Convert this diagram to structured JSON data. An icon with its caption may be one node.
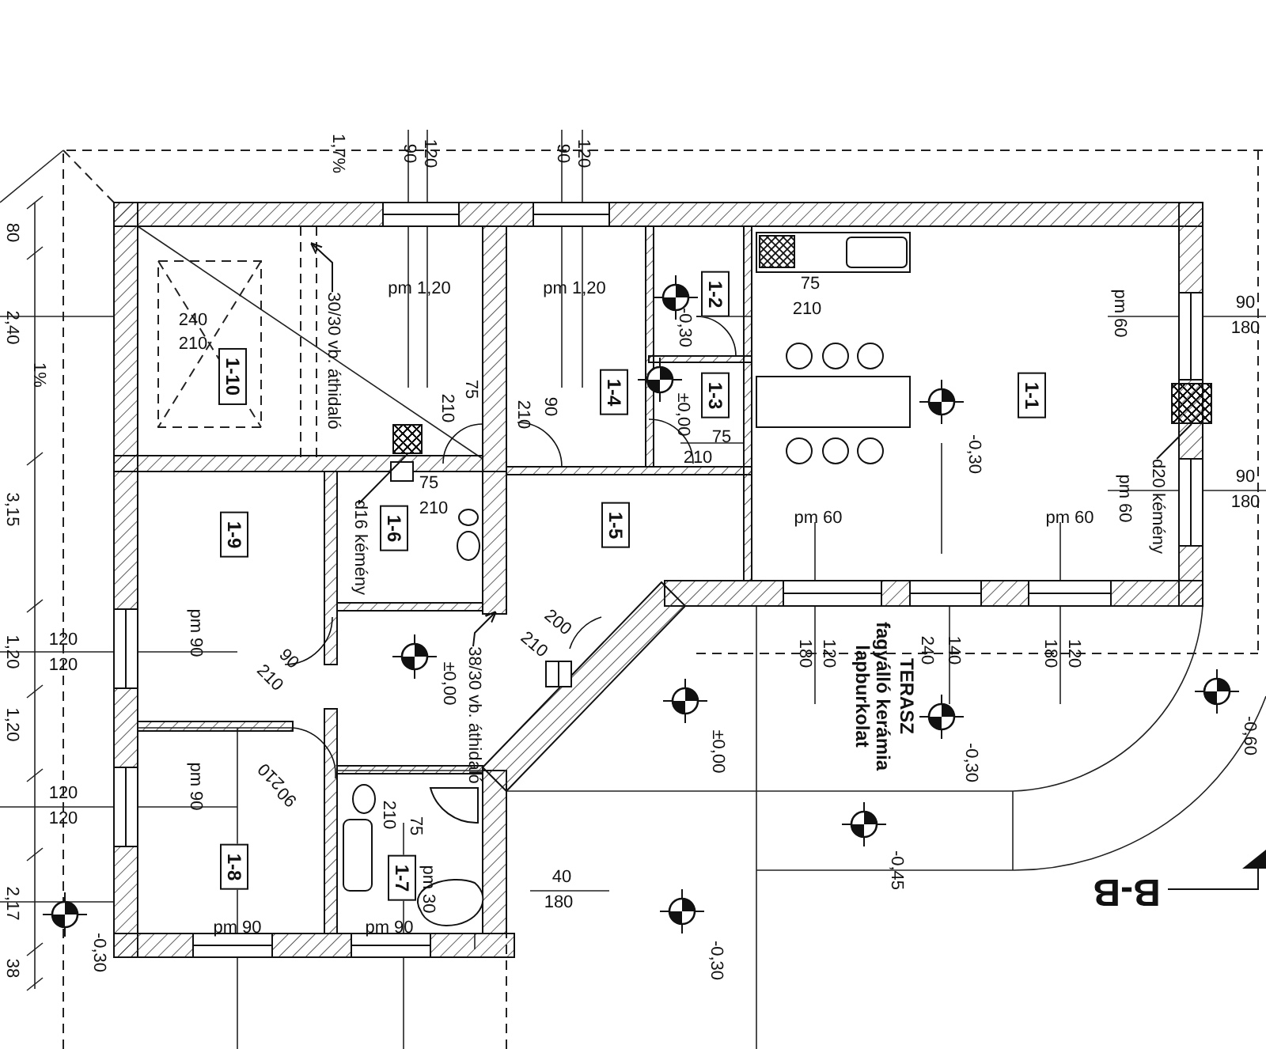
{
  "diagram": {
    "nodes": [
      {
        "text": [
          "1-10"
        ]
      },
      {
        "text": [
          "1-2"
        ]
      },
      {
        "text": [
          "1-4"
        ]
      },
      {
        "text": [
          "1-3"
        ]
      },
      {
        "text": [
          "1-1"
        ]
      },
      {
        "text": [
          "1-9"
        ]
      },
      {
        "text": [
          "1-6"
        ]
      },
      {
        "text": [
          "1-5"
        ]
      },
      {
        "text": [
          "1-8"
        ]
      },
      {
        "text": [
          "1-7"
        ]
      },
      {
        "text": [
          "30/30 vb. áthidaló"
        ]
      },
      {
        "text": [],
        "shape": "box"
      },
      {
        "text": [
          "d16 kémény"
        ]
      },
      {
        "text": [],
        "shape": "box"
      },
      {
        "text": [
          "d20 kémény"
        ]
      },
      {
        "text": [
          "38/30 vb. áthidaló"
        ]
      }
    ],
    "edges": [
      {
        "from": 10,
        "to": null,
        "arrow": "to"
      },
      {
        "from": 12,
        "to": 11,
        "arrow": "none"
      },
      {
        "from": 14,
        "to": 13,
        "arrow": "none"
      },
      {
        "from": 15,
        "to": null,
        "arrow": "to"
      }
    ],
    "labels": [
      "1,7%",
      "90",
      "120",
      "90",
      "120",
      "80",
      "240",
      "210",
      "2,40",
      "1%",
      "pm 1,20",
      "pm 1,20",
      "75",
      "210",
      "-0,30",
      "pm 60",
      "90",
      "180",
      "210",
      "75",
      "210",
      "90",
      "±0,00",
      "75",
      "210",
      "-0,30",
      "pm 60",
      "90",
      "180",
      "3,15",
      "75",
      "210",
      "pm 60",
      "pm 60",
      "120",
      "120",
      "1,20",
      "pm 90",
      "90",
      "210",
      "200",
      "210",
      "±0,00",
      "TERASZ",
      "fagyálló kerámia lapburkolat",
      "180",
      "120",
      "240",
      "140",
      "180",
      "120",
      "1,20",
      "±0,00",
      "-0,30",
      "-0,60",
      "120",
      "120",
      "pm 90",
      "210",
      "90",
      "210",
      "75",
      "2,17",
      "pm 30",
      "40",
      "180",
      "-0,45",
      "B-B",
      "-0,30",
      "pm 90",
      "pm 90",
      "38",
      "-0,30"
    ]
  }
}
